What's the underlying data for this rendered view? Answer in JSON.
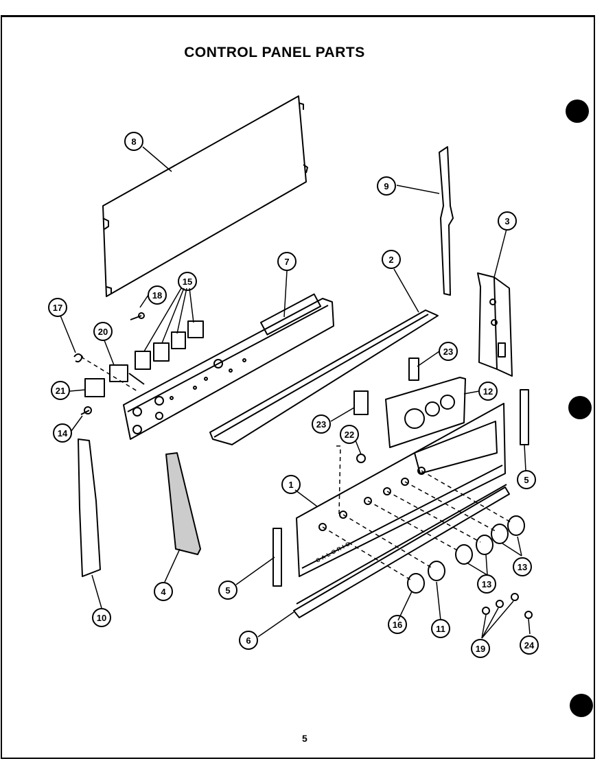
{
  "title": "CONTROL PANEL PARTS",
  "page_number": "5",
  "panel_brand": "CALORIC",
  "callouts": [
    "1",
    "2",
    "3",
    "4",
    "5",
    "5",
    "6",
    "7",
    "8",
    "9",
    "10",
    "11",
    "12",
    "13",
    "13",
    "14",
    "15",
    "16",
    "17",
    "18",
    "19",
    "20",
    "21",
    "22",
    "23",
    "23",
    "24"
  ],
  "callout_labels": {
    "c1": "1",
    "c2": "2",
    "c3": "3",
    "c4": "4",
    "c5a": "5",
    "c5b": "5",
    "c6": "6",
    "c7": "7",
    "c8": "8",
    "c9": "9",
    "c10": "10",
    "c11": "11",
    "c12": "12",
    "c13a": "13",
    "c13b": "13",
    "c14": "14",
    "c15": "15",
    "c16": "16",
    "c17": "17",
    "c18": "18",
    "c19": "19",
    "c20": "20",
    "c21": "21",
    "c22": "22",
    "c23a": "23",
    "c23b": "23",
    "c24": "24"
  }
}
